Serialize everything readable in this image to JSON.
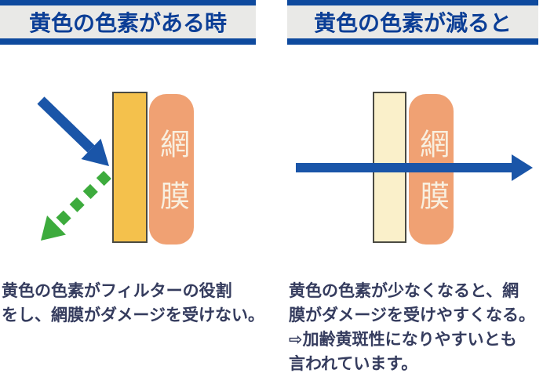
{
  "colors": {
    "accent_blue": "#0e4a9e",
    "header_text": "#0b3e96",
    "header_bg": "#e9e9e7",
    "arrow_blue": "#1a55a8",
    "arrow_green": "#3dab3d",
    "filter_yellow": "#f4c14c",
    "filter_pale": "#faf0ca",
    "bar_border": "#4a4a42",
    "retina_orange": "#f0a173",
    "retina_text": "#f8efdf",
    "caption_text": "#353c5e",
    "page_bg": "#ffffff"
  },
  "panels": [
    {
      "header": "黄色の色素がある時",
      "retina_label": "網膜",
      "caption_lines": [
        "黄色の色素がフィルターの役割",
        "をし、網膜がダメージを受けない。"
      ]
    },
    {
      "header": "黄色の色素が減ると",
      "retina_label": "網膜",
      "caption_lines": [
        "黄色の色素が少なくなると、網",
        "膜がダメージを受けやすくなる。",
        "⇨加齢黄斑性になりやすいとも",
        "言われています。"
      ]
    }
  ]
}
